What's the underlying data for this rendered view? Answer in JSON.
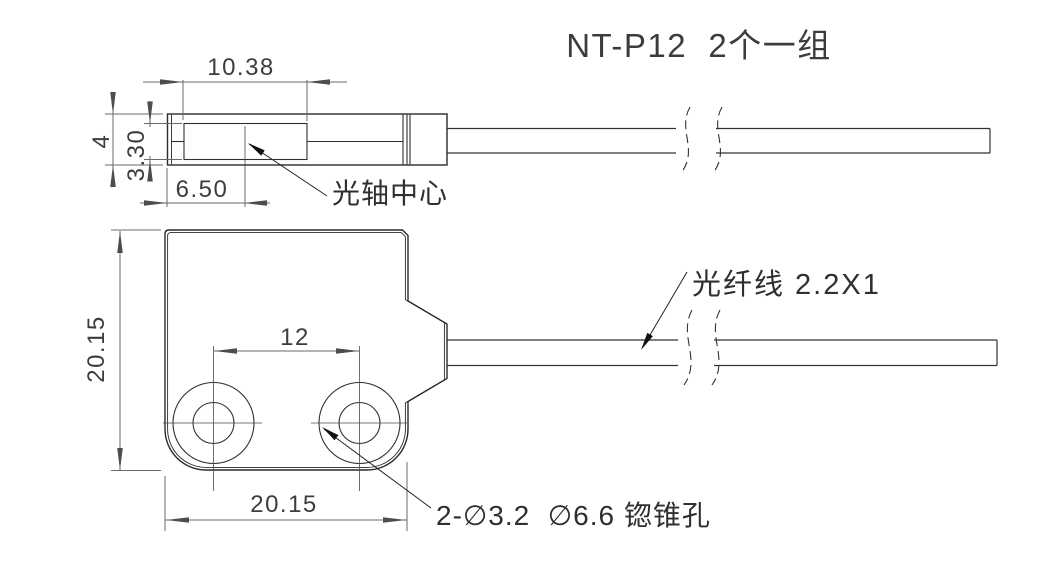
{
  "title": "NT-P12  2个一组",
  "top_view": {
    "dim_window_width": "10.38",
    "dim_body_height": "4",
    "dim_window_height": "3.30",
    "dim_axis_offset": "6.50",
    "optical_axis_label": "光轴中心"
  },
  "front_view": {
    "dim_overall_height": "20.15",
    "dim_overall_width": "20.15",
    "dim_hole_pitch": "12",
    "cable_label": "光纤线 2.2X1",
    "holes_label": "2-∅3.2  ∅6.6 锪锥孔"
  },
  "colors": {
    "background": "#ffffff",
    "outline": "#2a2a2a",
    "dimension_lines": "#6a6a6a",
    "text": "#3d3d3d"
  }
}
